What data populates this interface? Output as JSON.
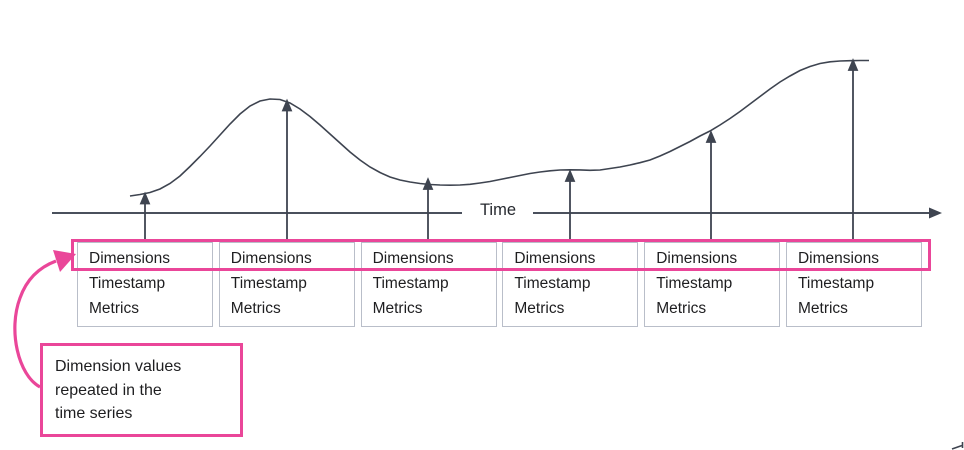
{
  "diagram": {
    "axis_label": "Time",
    "records": {
      "count": 6,
      "fields": [
        "Dimensions",
        "Timestamp",
        "Metrics"
      ]
    },
    "callout": {
      "text": "Dimension values repeated in the time series",
      "lines": [
        "Dimension values",
        "repeated in the",
        "time series"
      ]
    },
    "colors": {
      "accent_pink": "#ea4699",
      "diagram_line": "#3e4450",
      "box_border": "#b9bec9",
      "text": "#1e1e20"
    }
  }
}
